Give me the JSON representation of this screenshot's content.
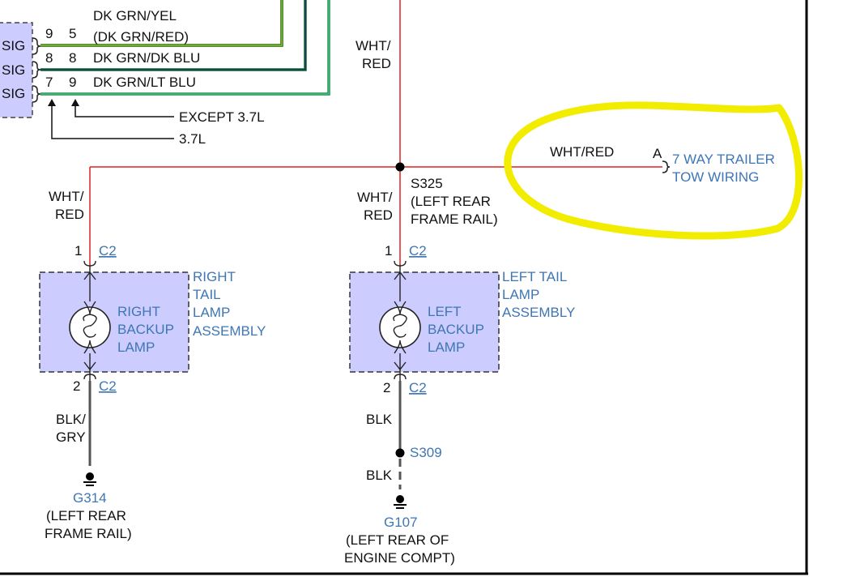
{
  "colors": {
    "wire_red": "#e02020",
    "wire_yellow": "#c8c800",
    "wire_green": "#1aa01a",
    "wire_dark_green": "#0f6b2a",
    "wire_dark_blue": "#1a2a6e",
    "wire_light_blue": "#5aa8e6",
    "wire_black": "#555555",
    "component_fill": "#ccccff",
    "label_blue": "#3f76b4",
    "highlight_yellow": "#f2ec00"
  },
  "top_connector": {
    "pins": [
      {
        "label": "SIG",
        "pin_a": "9",
        "pin_b": "5",
        "wire": "DK GRN/YEL",
        "wire_alt": "(DK GRN/RED)"
      },
      {
        "label": "SIG",
        "pin_a": "8",
        "pin_b": "8",
        "wire": "DK GRN/DK BLU"
      },
      {
        "label": "SIG",
        "pin_a": "7",
        "pin_b": "9",
        "wire": "DK GRN/LT BLU"
      }
    ],
    "note_except": "EXCEPT 3.7L",
    "note_37": "3.7L"
  },
  "feed_wire": {
    "line1": "WHT/",
    "line2": "RED"
  },
  "splice_s325": {
    "id": "S325",
    "line1": "(LEFT REAR",
    "line2": "FRAME RAIL)"
  },
  "trailer": {
    "wire": "WHT/RED",
    "pin": "A",
    "line1": "7 WAY TRAILER",
    "line2": "TOW WIRING"
  },
  "right_lamp": {
    "wire_top1": "WHT/",
    "wire_top2": "RED",
    "pin_top": "1",
    "conn_top": "C2",
    "assembly1": "RIGHT",
    "assembly2": "TAIL",
    "assembly3": "LAMP",
    "assembly4": "ASSEMBLY",
    "bulb1": "RIGHT",
    "bulb2": "BACKUP",
    "bulb3": "LAMP",
    "pin_bottom": "2",
    "conn_bottom": "C2",
    "wire_bottom1": "BLK/",
    "wire_bottom2": "GRY",
    "ground": "G314",
    "ground_loc1": "(LEFT REAR",
    "ground_loc2": "FRAME RAIL)"
  },
  "left_lamp": {
    "wire_top1": "WHT/",
    "wire_top2": "RED",
    "pin_top": "1",
    "conn_top": "C2",
    "assembly1": "LEFT TAIL",
    "assembly2": "LAMP",
    "assembly3": "ASSEMBLY",
    "bulb1": "LEFT",
    "bulb2": "BACKUP",
    "bulb3": "LAMP",
    "pin_bottom": "2",
    "conn_bottom": "C2",
    "wire_bottom": "BLK",
    "splice": "S309",
    "wire_bottom2": "BLK",
    "ground": "G107",
    "ground_loc1": "(LEFT REAR OF",
    "ground_loc2": "ENGINE COMPT)"
  }
}
